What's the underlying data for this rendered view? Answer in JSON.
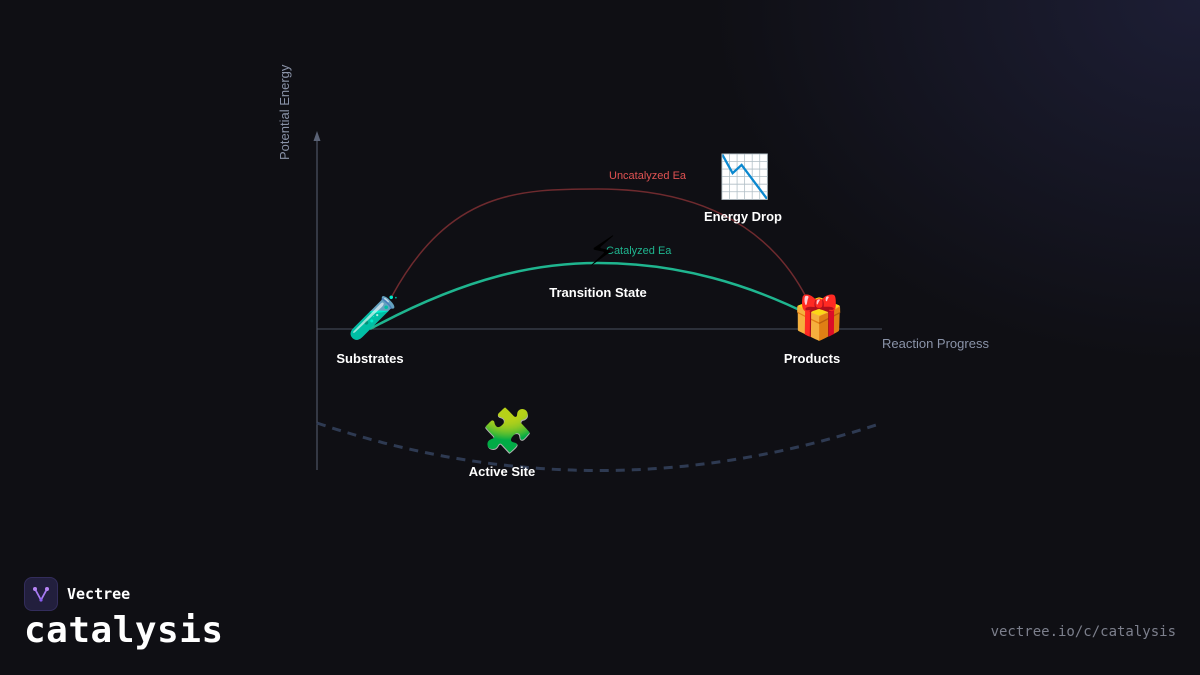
{
  "diagram": {
    "y_axis_label": "Potential Energy",
    "x_axis_label": "Reaction Progress",
    "curves": {
      "uncatalyzed": {
        "label": "Uncatalyzed Ea",
        "color": "#e05252"
      },
      "catalyzed": {
        "label": "Catalyzed Ea",
        "color": "#1fb58f"
      }
    },
    "nodes": {
      "substrates": {
        "label": "Substrates",
        "icon": "test-tube-icon",
        "glyph": "🧪"
      },
      "transition_state": {
        "label": "Transition State",
        "icon": "lightning-icon",
        "glyph": "⚡"
      },
      "energy_drop": {
        "label": "Energy Drop",
        "icon": "chart-decreasing-icon",
        "glyph": "📉"
      },
      "products": {
        "label": "Products",
        "icon": "gift-icon",
        "glyph": "🎁"
      },
      "active_site": {
        "label": "Active Site",
        "icon": "puzzle-piece-icon",
        "glyph": "🧩"
      }
    }
  },
  "footer": {
    "brand_name": "Vectree",
    "title": "catalysis",
    "url": "vectree.io/c/catalysis"
  },
  "colors": {
    "background": "#0f0f14",
    "axis": "#5a6275",
    "active_site_arc": "#2e3a52"
  }
}
